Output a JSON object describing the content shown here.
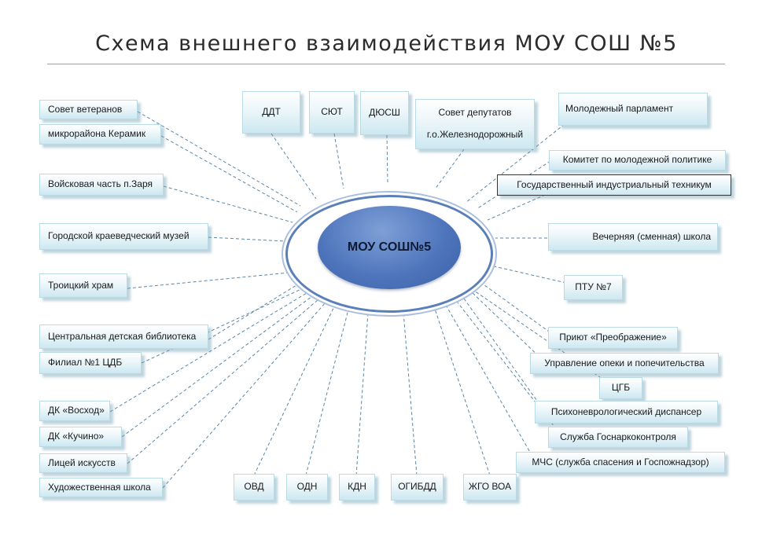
{
  "title": "Схема внешнего взаимодействия  МОУ СОШ №5",
  "hub": "МОУ СОШ№5",
  "left_nodes": [
    "Совет ветеранов",
    "микрорайона Керамик",
    "Войсковая часть п.Заря",
    "Городской краеведческий музей",
    "Троицкий храм",
    "Центральная детская библиотека",
    "Филиал №1 ЦДБ",
    "ДК «Восход»",
    "ДК «Кучино»",
    "Лицей искусств",
    "Художественная школа"
  ],
  "top_nodes": [
    "ДДТ",
    "СЮТ",
    "ДЮСШ"
  ],
  "council": [
    "Совет депутатов",
    "г.о.Железнодорожный"
  ],
  "right_nodes": [
    "Молодежный парламент",
    "Комитет по молодежной политике",
    "Государственный  индустриальный техникум",
    "Вечерняя  (сменная) школа",
    "ПТУ №7",
    "Приют «Преображение»",
    "Управление опеки и попечительства",
    "ЦГБ",
    "Психоневрологический диспансер",
    "Служба Госнаркоконтроля",
    "МЧС   (служба спасения и Госпожнадзор)"
  ],
  "bottom_nodes": [
    "ОВД",
    "ОДН",
    "КДН",
    "ОГИБДД",
    "ЖГО ВОА"
  ],
  "colors": {
    "hub_fill": "#4f76bd",
    "hub_ring": "#5b7fb8",
    "connector": "#5a86a8",
    "node_fill": "#cde8f1"
  }
}
